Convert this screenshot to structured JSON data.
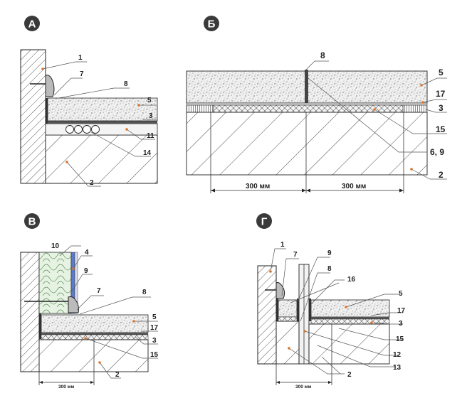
{
  "figures": {
    "A": {
      "letter": "А",
      "callouts": [
        "1",
        "7",
        "8",
        "5",
        "3",
        "11",
        "14",
        "2"
      ]
    },
    "B": {
      "letter": "Б",
      "callouts": [
        "8",
        "5",
        "17",
        "3",
        "15",
        "6, 9",
        "2"
      ],
      "dimensions": [
        "300 мм",
        "300 мм"
      ]
    },
    "V": {
      "letter": "В",
      "callouts": [
        "10",
        "4",
        "9",
        "7",
        "8",
        "5",
        "17",
        "3",
        "15",
        "2"
      ],
      "dimensions": [
        "300 мм"
      ]
    },
    "G": {
      "letter": "Г",
      "callouts": [
        "1",
        "7",
        "9",
        "8",
        "16",
        "5",
        "17",
        "3",
        "15",
        "12",
        "13",
        "2"
      ],
      "dimensions": [
        "300 мм"
      ]
    }
  },
  "colors": {
    "badge": "#3a3a3a",
    "accent_dot": "#d9742b",
    "insulation": "#e6f3e3",
    "membrane": "#5b7bd0"
  }
}
